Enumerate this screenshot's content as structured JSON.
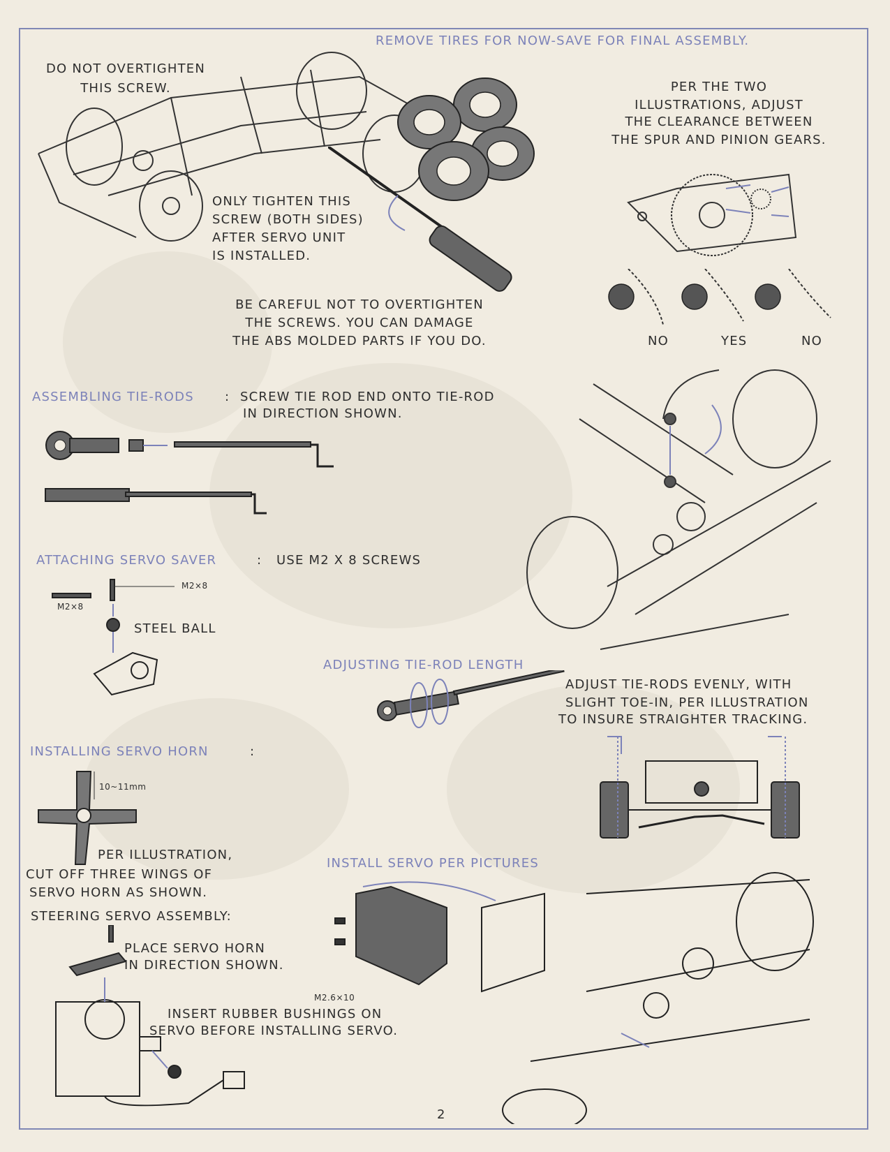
{
  "colors": {
    "paper": "#f1ece1",
    "frame": "#8087b5",
    "heading_blue": "#7c82b9",
    "ink": "#2e2e2e"
  },
  "top": {
    "remove_tires": "REMOVE TIRES FOR NOW-SAVE FOR FINAL ASSEMBLY.",
    "overtighten_1": "DO NOT OVERTIGHTEN",
    "overtighten_2": "THIS SCREW.",
    "only_tighten": [
      "ONLY TIGHTEN THIS",
      "SCREW (BOTH SIDES)",
      "AFTER SERVO UNIT",
      "IS INSTALLED."
    ],
    "careful": [
      "BE CAREFUL NOT TO OVERTIGHTEN",
      "THE SCREWS.  YOU CAN DAMAGE",
      "THE ABS MOLDED PARTS  IF YOU DO."
    ],
    "gear_note": [
      "PER THE TWO",
      "ILLUSTRATIONS, ADJUST",
      "THE CLEARANCE BETWEEN",
      "THE SPUR  AND PINION GEARS."
    ],
    "gear_labels": [
      "NO",
      "YES",
      "NO"
    ]
  },
  "tie_rods": {
    "heading": "ASSEMBLING TIE-RODS",
    "sep": ":",
    "line1": "SCREW TIE ROD END ONTO TIE-ROD",
    "line2": "IN  DIRECTION SHOWN."
  },
  "servo_saver": {
    "heading": "ATTACHING SERVO SAVER",
    "sep": ":",
    "text": "USE  M2 X 8 SCREWS",
    "label_m2x8_a": "M2×8",
    "label_m2x8_b": "M2×8",
    "steel_ball": "STEEL BALL"
  },
  "adjust_length": {
    "heading": "ADJUSTING TIE-ROD LENGTH",
    "lines": [
      "ADJUST TIE-RODS EVENLY, WITH",
      "SLIGHT TOE-IN, PER ILLUSTRATION",
      "TO INSURE STRAIGHTER TRACKING."
    ]
  },
  "servo_horn": {
    "heading": "INSTALLING SERVO HORN",
    "sep": ":",
    "dimension": "10~11mm",
    "per_illustration": "PER ILLUSTRATION,",
    "cut_off": [
      "CUT OFF THREE WINGS OF",
      "SERVO HORN AS SHOWN."
    ],
    "steering": "STEERING SERVO ASSEMBLY:",
    "place": [
      "PLACE SERVO HORN",
      "IN DIRECTION SHOWN."
    ],
    "insert": [
      "INSERT RUBBER BUSHINGS ON",
      "SERVO BEFORE INSTALLING SERVO."
    ]
  },
  "install_servo": {
    "heading": "INSTALL SERVO PER PICTURES",
    "screw_label": "M2.6×10"
  },
  "page_number": "2"
}
